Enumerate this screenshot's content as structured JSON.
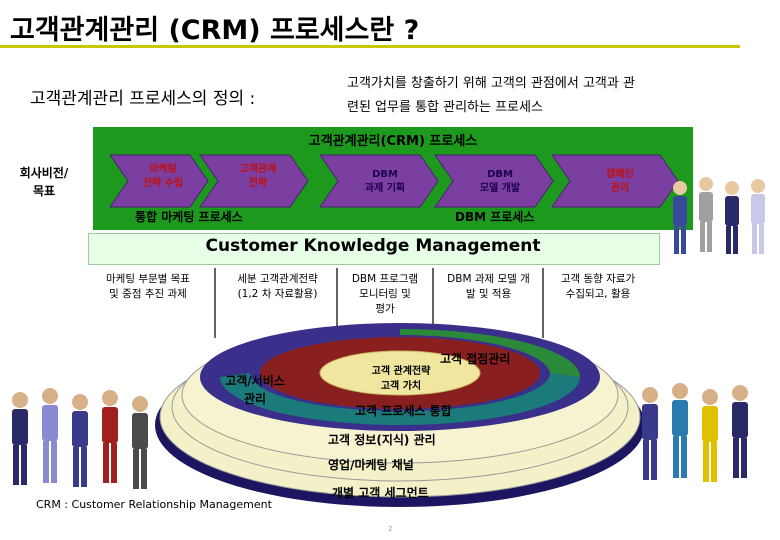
{
  "header": {
    "title": "고객관계관리 (CRM) 프로세스란 ?"
  },
  "definition": {
    "label": "고객관계관리 프로세스의 정의 :",
    "line1": "고객가치를 창출하기 위해 고객의 관점에서 고객과 관",
    "line2": "련된 업무를 통합 관리하는 프로세스"
  },
  "process": {
    "band_title": "고객관계관리(CRM) 프로세스",
    "vision_line1": "회사비전/",
    "vision_line2": "목표",
    "steps": [
      {
        "line1": "마케팅",
        "line2": "전략 수립"
      },
      {
        "line1": "고객관계",
        "line2": "전략"
      },
      {
        "line1": "DBM",
        "line2": "과제 기획"
      },
      {
        "line1": "DBM",
        "line2": "모델 개발"
      },
      {
        "line1": "캠페인",
        "line2": "관리"
      }
    ],
    "group_left": "통합 마케팅 프로세스",
    "group_right": "DBM 프로세스"
  },
  "ckm": {
    "title": "Customer Knowledge Management"
  },
  "sub_descriptions": [
    {
      "line1": "마케팅 부문별 목표",
      "line2": "및 중점 추진 과제",
      "line3": ""
    },
    {
      "line1": "세분 고객관계전략",
      "line2": "(1,2 차 자료활용)",
      "line3": ""
    },
    {
      "line1": "DBM 프로그램",
      "line2": "모니터링 및",
      "line3": "평가"
    },
    {
      "line1": "DBM 과제 모델 개",
      "line2": "발 및 적용",
      "line3": ""
    },
    {
      "line1": "고객 동향 자료가",
      "line2": "수집되고, 활용",
      "line3": ""
    }
  ],
  "rings": {
    "center_line1": "고객 관계전략",
    "center_line2": "고객 가치",
    "service": "고객/서비스",
    "service2": "관리",
    "contact": "고객 접점관리",
    "process_integration": "고객 프로세스 통합",
    "knowledge": "고객 정보(지식) 관리",
    "channel": "영업/마케팅 채널",
    "segment": "개별 고객 세그먼트"
  },
  "footer": {
    "note": "CRM : Customer Relationship Management",
    "page": "2"
  },
  "colors": {
    "green": "#1d9a1d",
    "chevron": "#7a3fa0",
    "ring_outer": "#3a2f8a",
    "ring_mid": "#1b7a7a",
    "ring_inner": "#8a1f1f",
    "center": "#f0e6a0"
  }
}
